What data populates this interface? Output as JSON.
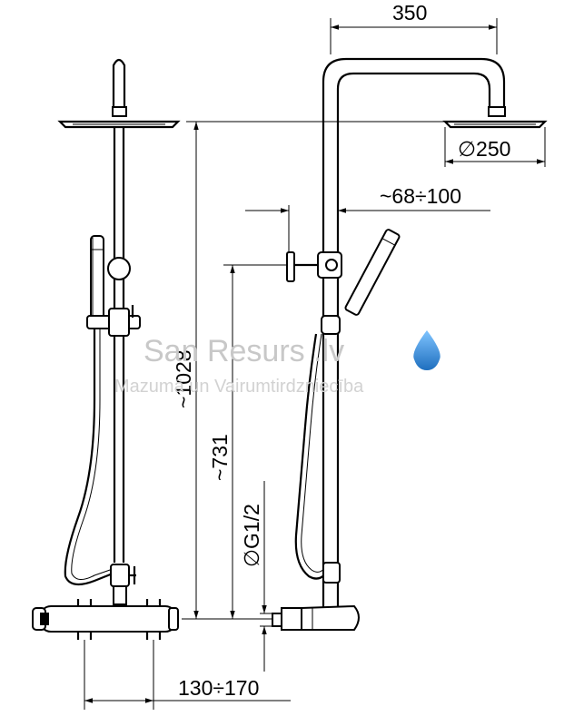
{
  "dimensions": {
    "top_width": "350",
    "head_diameter": "∅250",
    "arm_offset": "~68÷100",
    "total_height": "~1028",
    "mixer_height": "~731",
    "connection": "∅G1/2",
    "connection_spacing": "130÷170"
  },
  "watermark": {
    "brand": "San Resurs .lv",
    "tagline": "Mazumā un Vairumtirdzniecība",
    "drop_icon": "water-drop-icon",
    "drop_color": "#4a90d9"
  }
}
